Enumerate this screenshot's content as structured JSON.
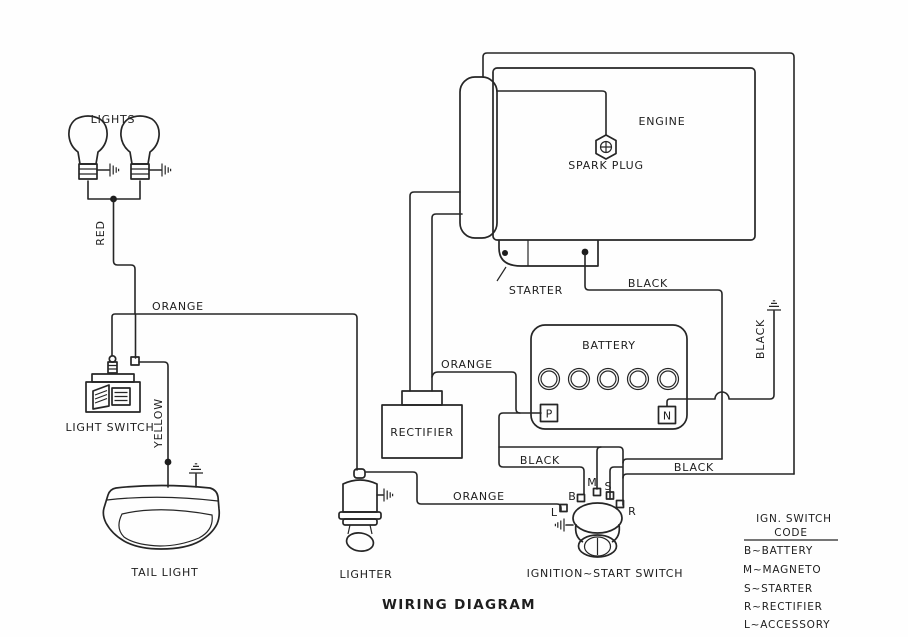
{
  "title": "WIRING DIAGRAM",
  "components": {
    "lights": "LIGHTS",
    "light_switch": "LIGHT SWITCH",
    "tail_light": "TAIL LIGHT",
    "engine": "ENGINE",
    "spark_plug": "SPARK PLUG",
    "starter": "STARTER",
    "battery": "BATTERY",
    "rectifier": "RECTIFIER",
    "lighter": "LIGHTER",
    "ignition_switch": "IGNITION~START  SWITCH"
  },
  "wire_labels": {
    "red": "RED",
    "yellow": "YELLOW",
    "orange_main": "ORANGE",
    "orange_rectifier": "ORANGE",
    "orange_lighter": "ORANGE",
    "black_starter": "BLACK",
    "black_battery": "BLACK",
    "black_right": "BLACK",
    "black_ground": "BLACK"
  },
  "battery_terminals": {
    "positive": "P",
    "negative": "N"
  },
  "switch_terminals": {
    "b": "B",
    "m": "M",
    "s": "S",
    "r": "R",
    "l": "L"
  },
  "legend": {
    "title_line1": "IGN. SWITCH",
    "title_line2": "CODE",
    "items": [
      "B~BATTERY",
      "M~MAGNETO",
      "S~STARTER",
      "R~RECTIFIER",
      "L~ACCESSORY"
    ]
  },
  "colors": {
    "line": "#262626",
    "background": "#fefefe"
  }
}
